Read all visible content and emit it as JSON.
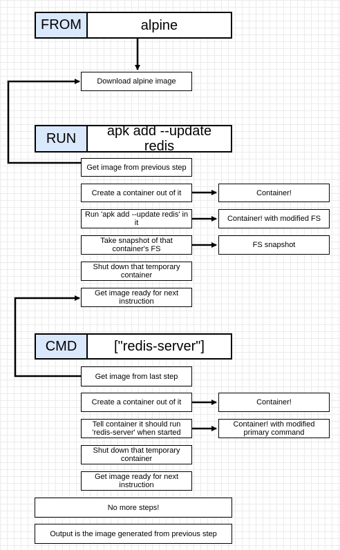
{
  "from": {
    "tag": "FROM",
    "value": "alpine"
  },
  "run": {
    "tag": "RUN",
    "value": "apk add --update redis"
  },
  "cmd": {
    "tag": "CMD",
    "value": "[\"redis-server\"]"
  },
  "steps": {
    "download": "Download alpine image",
    "run_get_image": "Get image from previous step",
    "run_create": "Create a container out of it",
    "run_exec": "Run 'apk add --update redis' in it",
    "run_snapshot": "Take snapshot of that container's FS",
    "run_shutdown": "Shut down that temporary container",
    "run_ready": "Get image ready for next instruction",
    "cmd_get_image": "Get image from last step",
    "cmd_create": "Create a container out of it",
    "cmd_tell": "Tell container it should run 'redis-server' when started",
    "cmd_shutdown": "Shut down that temporary container",
    "cmd_ready": "Get image ready for next instruction",
    "no_more": "No more steps!",
    "output": "Output is the image generated from previous step"
  },
  "results": {
    "run_container": "Container!",
    "run_modified_fs": "Container! with modified FS",
    "run_fs_snapshot": "FS snapshot",
    "cmd_container": "Container!",
    "cmd_modified_cmd": "Container! with modified primary command"
  }
}
